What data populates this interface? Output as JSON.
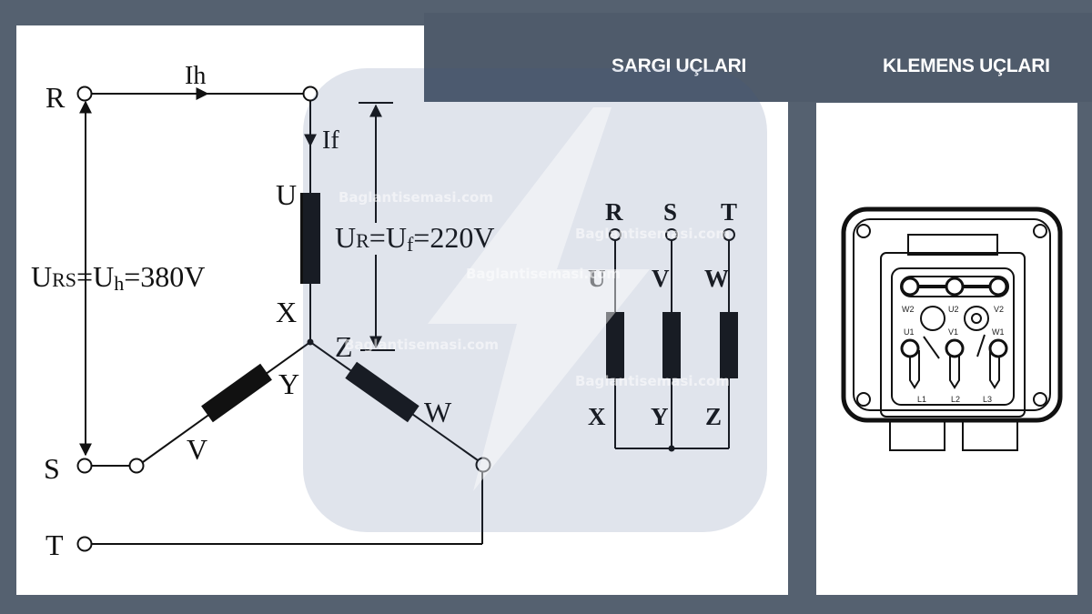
{
  "headers": {
    "sargi": "SARGI UÇLARI",
    "klemens": "KLEMENS UÇLARI"
  },
  "star_diagram": {
    "line_terminals": [
      "R",
      "S",
      "T"
    ],
    "line_current": "Ih",
    "phase_current": "If",
    "winding_starts": [
      "U",
      "V",
      "W"
    ],
    "winding_ends": [
      "X",
      "Y",
      "Z"
    ],
    "line_voltage": {
      "base": "U",
      "sub": "RS",
      "rest": "=U",
      "sub2": "h",
      "value": "=380V"
    },
    "phase_voltage": {
      "base": "U",
      "sub": "R",
      "rest": "=U",
      "sub2": "f",
      "value": "=220V"
    }
  },
  "winding_ends_diagram": {
    "top": [
      "R",
      "S",
      "T"
    ],
    "starts": [
      "U",
      "V",
      "W"
    ],
    "ends": [
      "X",
      "Y",
      "Z"
    ]
  },
  "terminal_box": {
    "top_row": [
      "W2",
      "U2",
      "V2"
    ],
    "bottom_row": [
      "U1",
      "V1",
      "W1"
    ],
    "lines": [
      "L1",
      "L2",
      "L3"
    ]
  },
  "watermark": "Baglantisemasi.com",
  "colors": {
    "background": "#556170",
    "panel": "#ffffff",
    "ink": "#111111",
    "watermark": "#3d5a8a"
  }
}
